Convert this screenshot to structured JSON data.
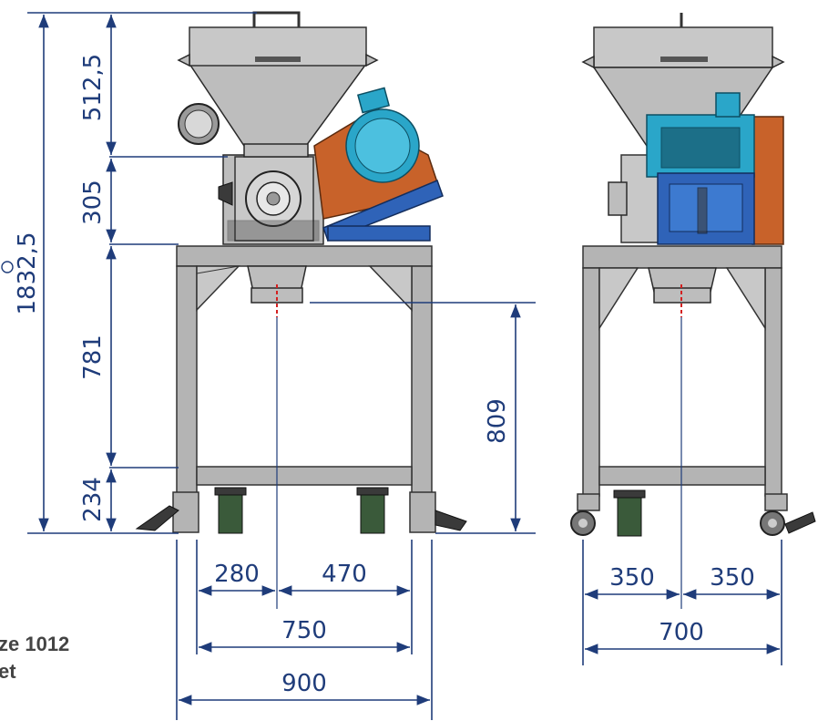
{
  "dimensions": {
    "total_height": "1832,5",
    "hopper_height": "512,5",
    "mill_height": "305",
    "stand_upper": "781",
    "stand_lower": "234",
    "outlet_height": "809",
    "left_offset": "280",
    "right_offset": "470",
    "inner_width": "750",
    "outer_width": "900",
    "side_left": "350",
    "side_right": "350",
    "side_width": "700"
  },
  "caption": {
    "line1": "ze 1012",
    "line2": "et"
  },
  "colors": {
    "dimension_line": "#1f3c7a",
    "motor": "#2aa6c9",
    "gearbox": "#c8622a",
    "base_plate": "#2f63b8",
    "frame": "#b4b4b4",
    "center_line": "#d42020"
  }
}
